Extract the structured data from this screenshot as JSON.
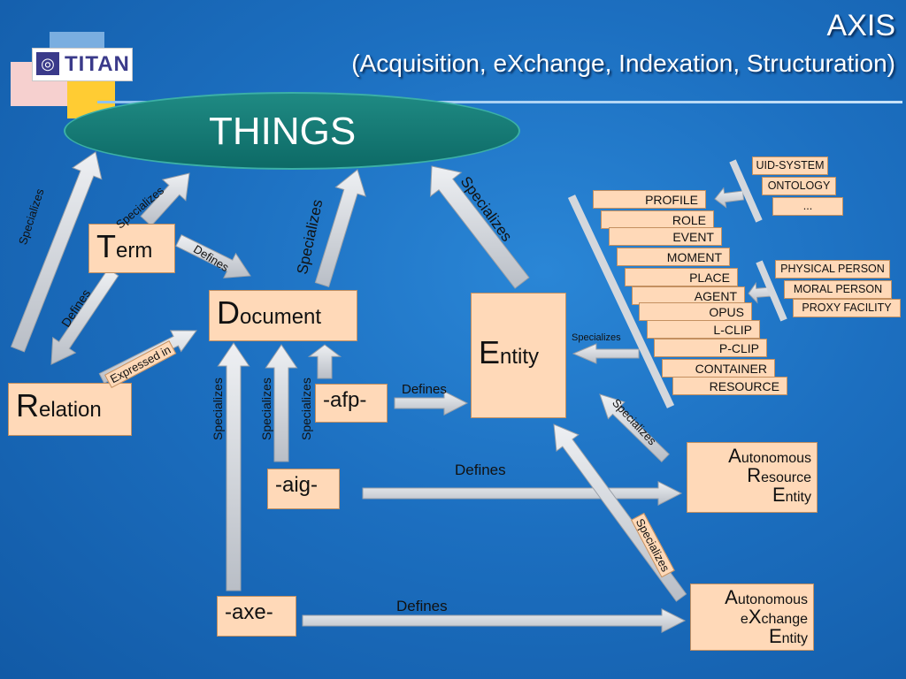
{
  "title": {
    "main": "AXIS",
    "subtitle": "(Acquisition, eXchange, Indexation, Structuration)"
  },
  "logo": {
    "text": "TITAN",
    "icon": "titan-logo-icon"
  },
  "things": "THINGS",
  "nodes": {
    "term": {
      "cap": "T",
      "rest": "erm"
    },
    "document": {
      "cap": "D",
      "rest": "ocument"
    },
    "relation": {
      "cap": "R",
      "rest": "elation"
    },
    "entity": {
      "cap": "E",
      "rest": "ntity"
    },
    "afp": "-afp-",
    "aig": "-aig-",
    "axe": "-axe-",
    "are": {
      "line1_cap": "A",
      "line1": "utonomous",
      "line2_cap": "R",
      "line2": "esource",
      "line3_cap": "E",
      "line3": "ntity"
    },
    "axe_entity": {
      "line1_cap": "A",
      "line1": "utonomous",
      "line2_pre": "e",
      "line2_cap": "X",
      "line2": "change",
      "line3_cap": "E",
      "line3": "ntity"
    }
  },
  "entity_types": [
    "PROFILE",
    "ROLE",
    "EVENT",
    "MOMENT",
    "PLACE",
    "AGENT",
    "OPUS",
    "L-CLIP",
    "P-CLIP",
    "CONTAINER",
    "RESOURCE"
  ],
  "profile_items": [
    "UID-SYSTEM",
    "ONTOLOGY",
    "..."
  ],
  "agent_items": [
    "PHYSICAL PERSON",
    "MORAL PERSON",
    "PROXY FACILITY"
  ],
  "labels": {
    "specializes": "Specializes",
    "defines": "Defines",
    "expressed_in": "Expressed in"
  },
  "colors": {
    "background": "#1c6fc0",
    "node_fill": "#ffd9b8",
    "ellipse_fill": "#0d6a66",
    "arrow_fill": "#d4d7dc"
  }
}
